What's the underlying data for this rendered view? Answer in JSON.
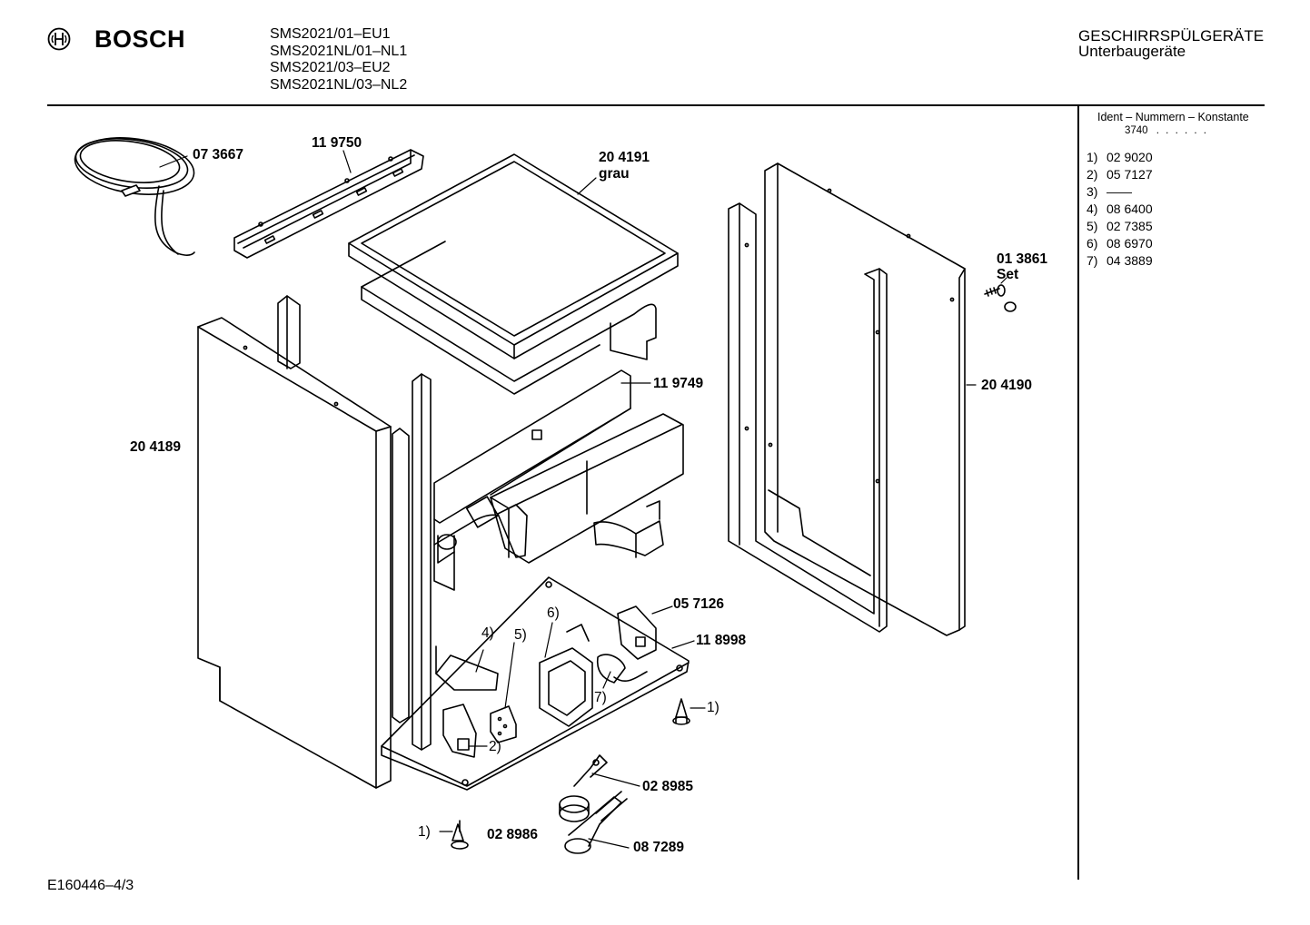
{
  "header": {
    "brand": "BOSCH",
    "models": [
      "SMS2021/01–EU1",
      "SMS2021NL/01–NL1",
      "SMS2021/03–EU2",
      "SMS2021NL/03–NL2"
    ],
    "category": "GESCHIRRSPÜLGERÄTE",
    "subcategory": "Unterbaugeräte"
  },
  "sidebar": {
    "heading": "Ident – Nummern – Konstante",
    "constant": "3740",
    "constant_dots": ". .   . . . .",
    "items": [
      {
        "idx": "1)",
        "value": "02 9020"
      },
      {
        "idx": "2)",
        "value": "05 7127"
      },
      {
        "idx": "3)",
        "value": "——"
      },
      {
        "idx": "4)",
        "value": "08 6400"
      },
      {
        "idx": "5)",
        "value": "02 7385"
      },
      {
        "idx": "6)",
        "value": "08 6970"
      },
      {
        "idx": "7)",
        "value": "04 3889"
      }
    ]
  },
  "parts": {
    "cable": "07 3667",
    "rail_top": "11 9750",
    "top_panel": "20 4191",
    "top_panel_note": "grau",
    "side_panel_left": "20 4189",
    "front_frame": "11 9749",
    "set_code": "01 3861",
    "set_label": "Set",
    "side_panel_right": "20 4190",
    "bracket": "05 7126",
    "base": "11 8998",
    "ref4": "4)",
    "ref5": "5)",
    "ref6": "6)",
    "ref7": "7)",
    "ref1a": "1)",
    "ref2": "2)",
    "ref1b": "1)",
    "float_switch": "02 8985",
    "float": "02 8986",
    "pressure_unit": "08 7289"
  },
  "footer": {
    "code": "E160446–4/3"
  }
}
